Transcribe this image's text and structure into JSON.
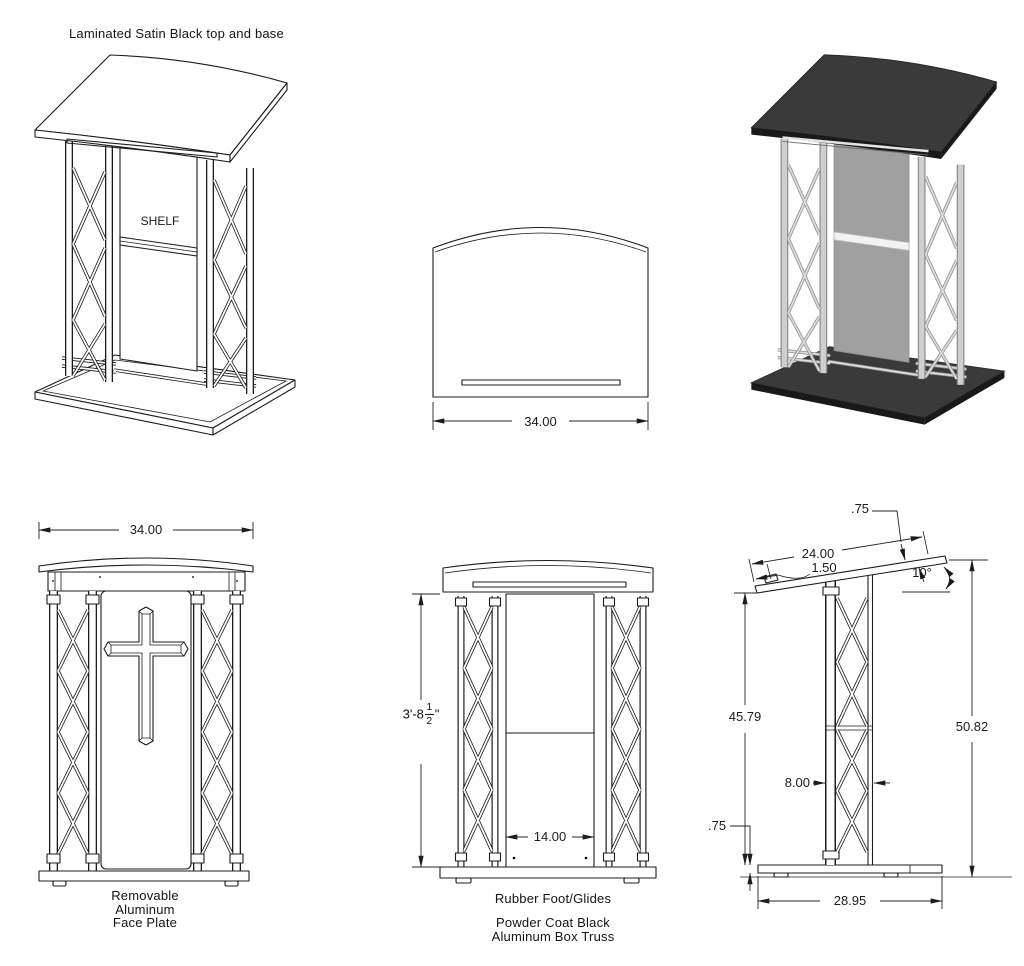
{
  "drawing": {
    "notes": {
      "material_top": "Laminated Satin Black top and base",
      "faceplate": [
        "Removable",
        "Aluminum",
        "Face Plate"
      ],
      "feet": "Rubber Foot/Glides",
      "truss": [
        "Powder Coat Black",
        "Aluminum Box Truss"
      ]
    },
    "iso_view": {
      "shelf": "SHELF"
    },
    "top_view": {
      "width": "34.00"
    },
    "front_view": {
      "width": "34.00"
    },
    "rear_view": {
      "height_feet_inches": "3'-8",
      "height_fraction_numerator": "1",
      "height_fraction_denominator": "2",
      "height_unit": "\"",
      "inner_width": "14.00"
    },
    "side_view": {
      "top_thickness": ".75",
      "top_depth": "24.00",
      "ledge_inset": "1.50",
      "top_angle": "10°",
      "column_height": "45.79",
      "overall_height": "50.82",
      "truss_depth": "8.00",
      "base_thickness": ".75",
      "base_depth": "28.95"
    },
    "colors": {
      "line": "#1c1c1c",
      "laminate": "#3a3a3a",
      "laminate_side": "#191919",
      "truss_metal": "#c9c9c9",
      "panel": "#a0a0a0",
      "shelf": "#f3f3f3"
    }
  }
}
